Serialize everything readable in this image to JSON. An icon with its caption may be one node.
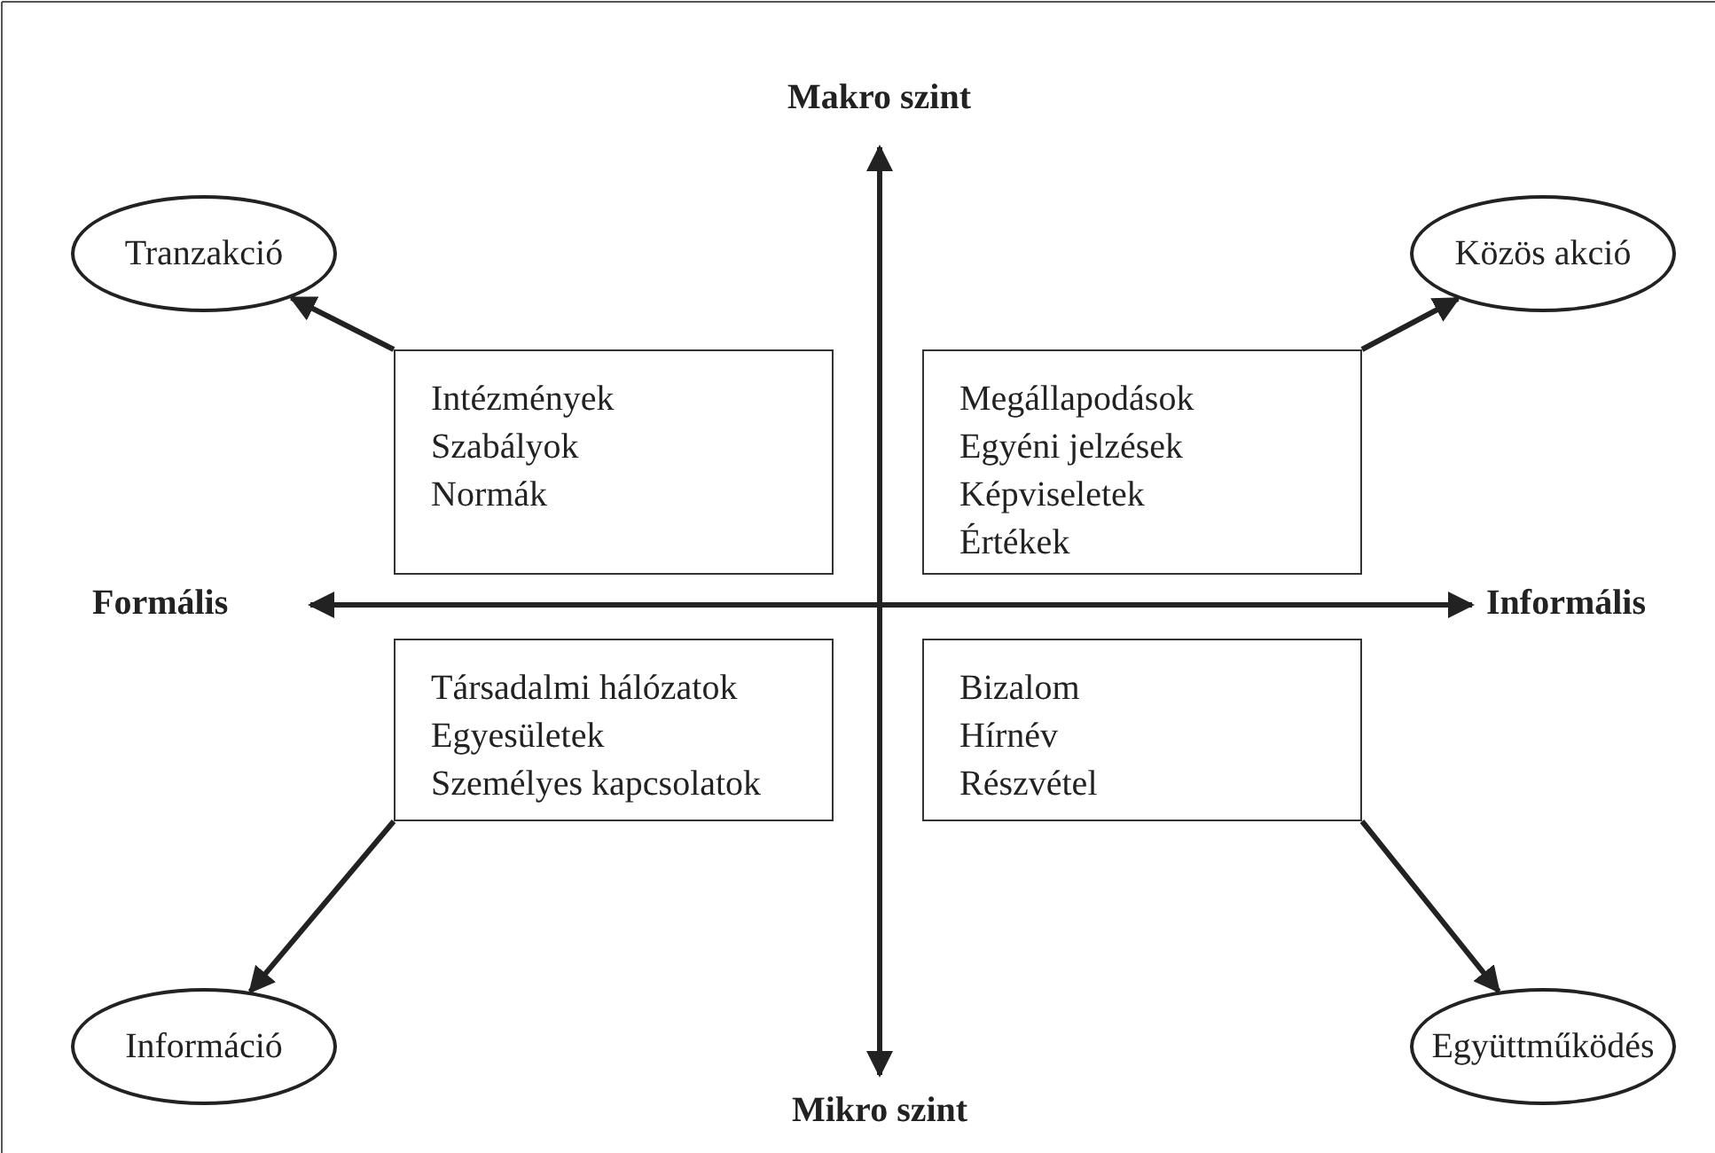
{
  "diagram": {
    "nodes": [
      {
        "text": [
          "Tranzakció"
        ]
      },
      {
        "text": [
          "Közös akció"
        ]
      },
      {
        "text": [
          "Intézmények",
          "Szabályok",
          "Normák"
        ]
      },
      {
        "text": [
          "Megállapodások",
          "Egyéni jelzések",
          "Képviseletek",
          "Értékek"
        ]
      },
      {
        "text": [
          "Társadalmi hálózatok",
          "Egyesületek",
          "Személyes kapcsolatok"
        ]
      },
      {
        "text": [
          "Bizalom",
          "Hírnév",
          "Részvétel"
        ]
      },
      {
        "text": [
          "Információ"
        ]
      },
      {
        "text": [
          "Együttműködés"
        ]
      }
    ],
    "edges": [
      {
        "from": 2,
        "to": 0,
        "arrow": "to"
      },
      {
        "from": 3,
        "to": 1,
        "arrow": "to"
      },
      {
        "from": 4,
        "to": 6,
        "arrow": "to"
      },
      {
        "from": 5,
        "to": 7,
        "arrow": "to"
      }
    ],
    "labels": [
      "Makro szint",
      "Formális",
      "Informális",
      "Mikro szint"
    ]
  }
}
